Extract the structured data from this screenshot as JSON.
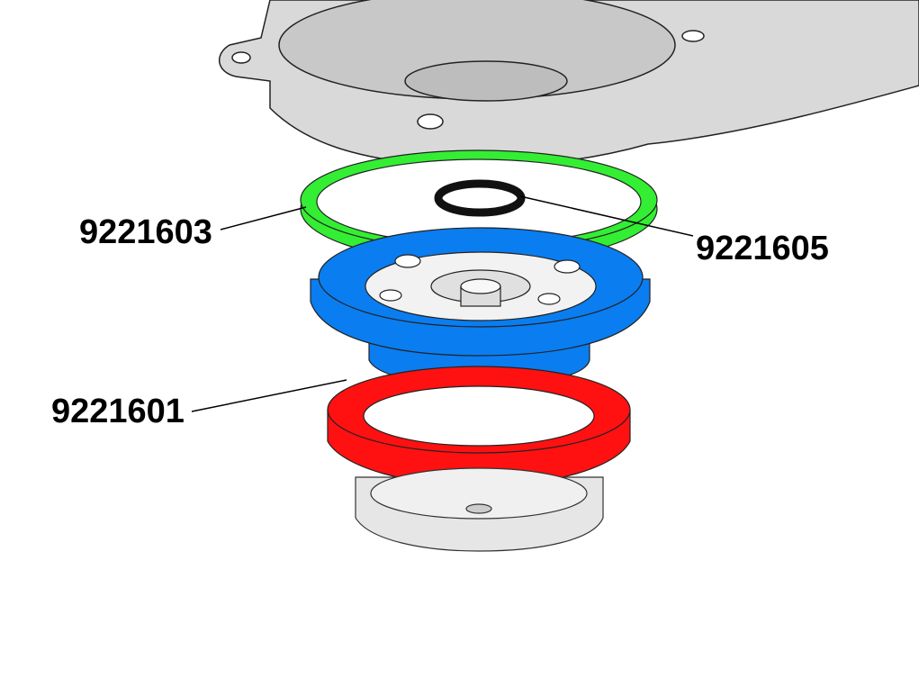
{
  "parts": [
    {
      "id": "gasket-green",
      "label": "9221603",
      "color": "#33ee33"
    },
    {
      "id": "o-ring-black",
      "label": "9221605",
      "color": "#111111"
    },
    {
      "id": "gasket-red",
      "label": "9221601",
      "color": "#ff1111"
    }
  ],
  "colors": {
    "housing": "#d9d9d9",
    "blue_part": "#0a7df0",
    "screen": "#e6e6e6",
    "outline": "#222222"
  }
}
